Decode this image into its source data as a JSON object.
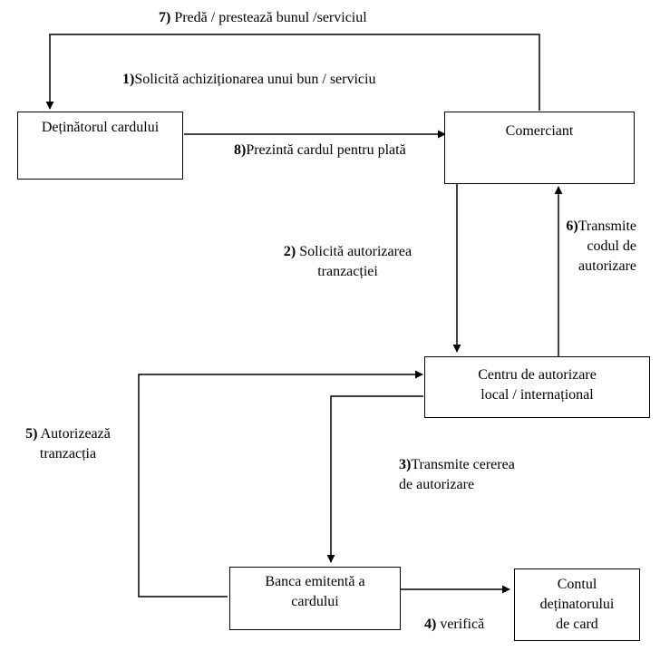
{
  "nodes": {
    "cardholder": "Deținătorul cardului",
    "merchant": "Comerciant",
    "auth_center": "Centru de autorizare\nlocal / internațional",
    "issuer_bank": "Banca emitentă a\ncardului",
    "card_account": "Contul\ndeținatorului\nde card"
  },
  "edges": {
    "step1": {
      "num": "1)",
      "text": "Solicită achiziționarea unui bun / serviciu"
    },
    "step2": {
      "num": "2)",
      "text": " Solicită autorizarea\ntranzacției"
    },
    "step3": {
      "num": "3)",
      "text": "Transmite cererea\nde autorizare"
    },
    "step4": {
      "num": "4)",
      "text": " verifică"
    },
    "step5": {
      "num": "5)",
      "text": " Autorizează\ntranzacția"
    },
    "step6": {
      "num": "6)",
      "text": "Transmite\ncodul de\nautorizare"
    },
    "step7": {
      "num": "7)",
      "text": " Predă / prestează bunul /serviciul"
    },
    "step8": {
      "num": "8)",
      "text": "Prezintă cardul pentru plată"
    }
  }
}
